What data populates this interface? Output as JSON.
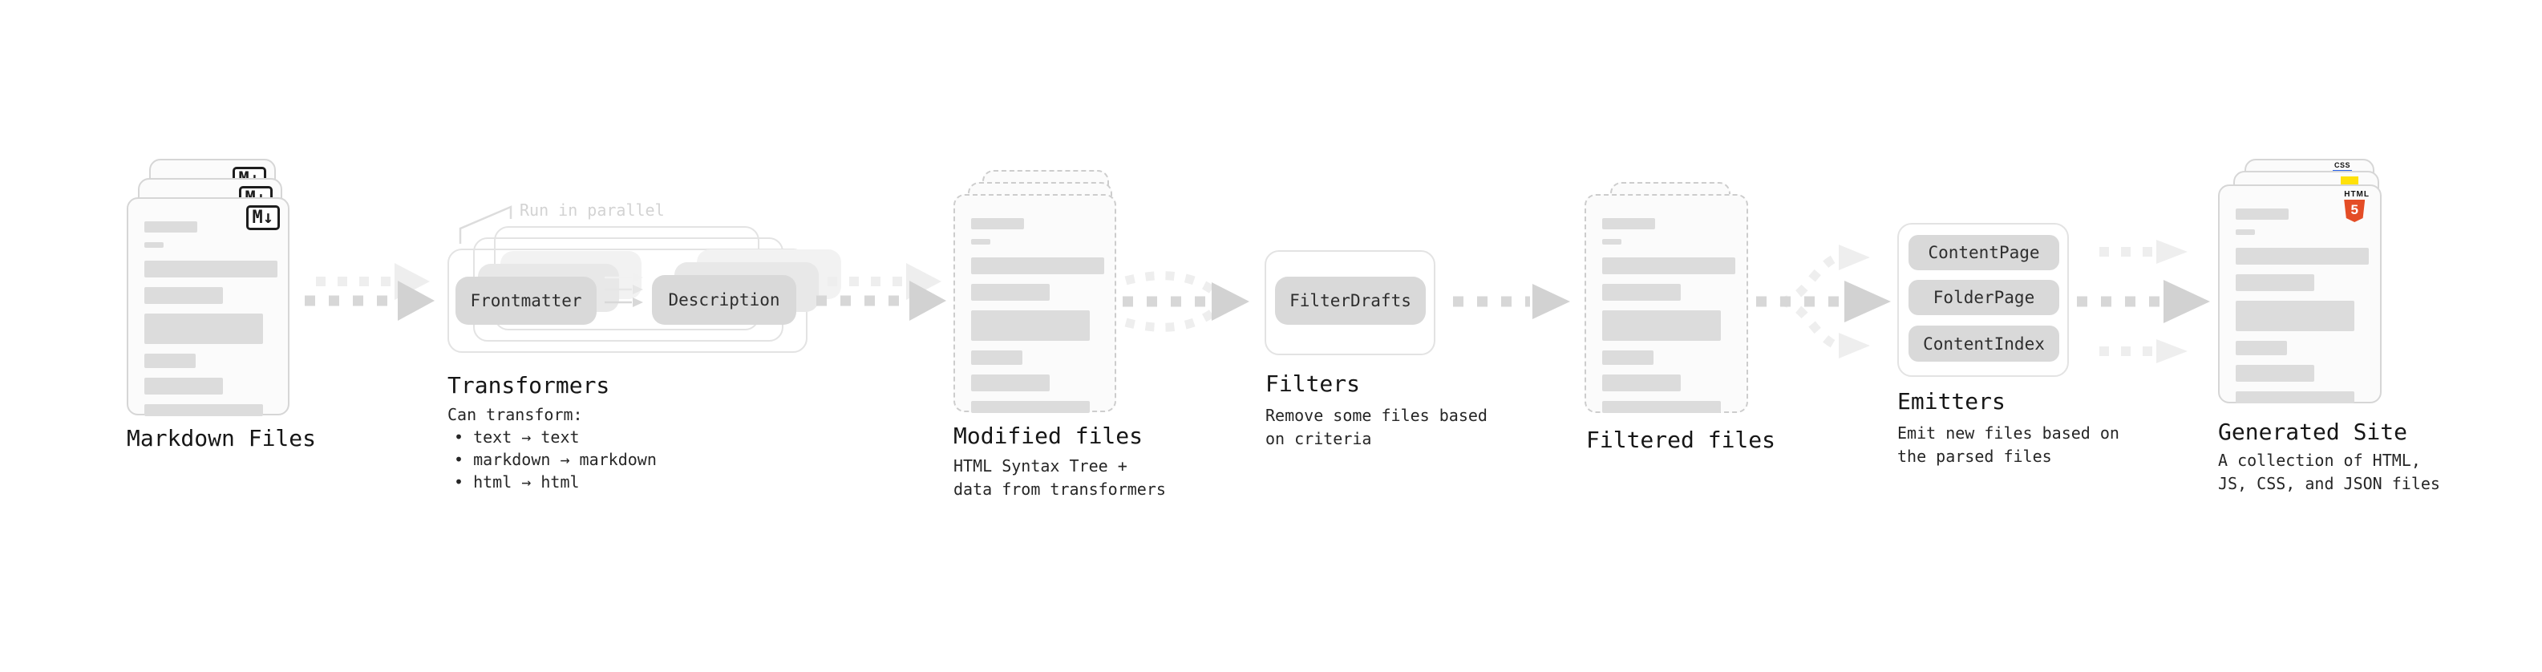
{
  "stages": {
    "markdown": {
      "label": "Markdown Files",
      "badge": "M↓"
    },
    "transformers": {
      "label": "Transformers",
      "annotation": "Run in parallel",
      "node_from": "Frontmatter",
      "node_to": "Description",
      "caption": "Can transform:",
      "bullets": [
        "• text → text",
        "• markdown → markdown",
        "• html → html"
      ]
    },
    "modified": {
      "label": "Modified files",
      "caption": [
        "HTML Syntax Tree +",
        "data from transformers"
      ]
    },
    "filters": {
      "label": "Filters",
      "node": "FilterDrafts",
      "caption": [
        "Remove some files based",
        "on criteria"
      ]
    },
    "filtered": {
      "label": "Filtered files"
    },
    "emitters": {
      "label": "Emitters",
      "nodes": [
        "ContentPage",
        "FolderPage",
        "ContentIndex"
      ],
      "caption": [
        "Emit new files based on",
        "the parsed files"
      ]
    },
    "generated": {
      "label": "Generated Site",
      "caption": [
        "A collection of HTML,",
        "JS, CSS, and JSON files"
      ],
      "css_badge": "CSS",
      "html_badge": "HTML",
      "html_number": "5"
    }
  },
  "colors": {
    "bar": "#dcdcdc",
    "node_bg": "#d9d9d9",
    "card_bg": "#fbfbfb",
    "card_border": "#d6d6d6",
    "dashed_border": "#cdcdcd",
    "outline_border": "#e3e3e3",
    "arrow": "#d7d7d7",
    "arrow_head": "#d2d2d2",
    "arrow_faint": "#eeeeee",
    "annotation": "#d3d3d3",
    "text": "#161616",
    "caption": "#262626",
    "html5_orange": "#e44d26",
    "js_yellow": "#ffe10a",
    "css_blue": "#2862e9",
    "badge_ink": "#1d1d1d"
  }
}
